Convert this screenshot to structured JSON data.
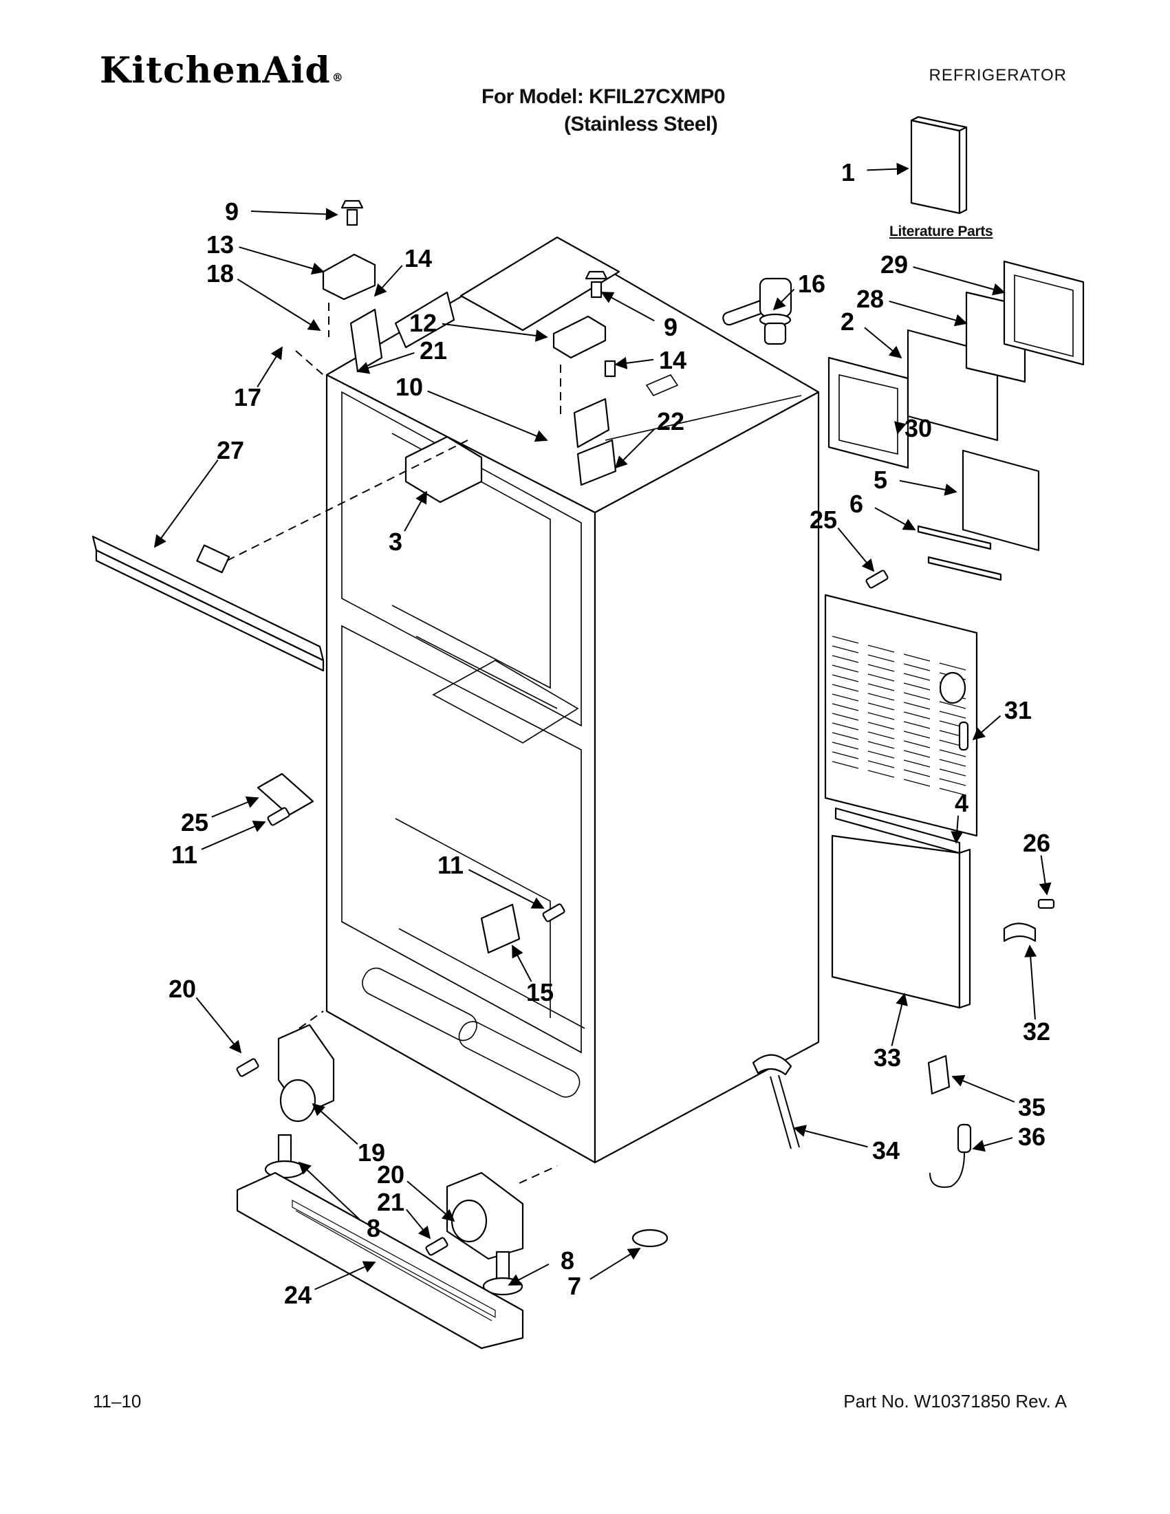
{
  "header": {
    "brand": "KitchenAid",
    "brand_mark": "®",
    "category": "REFRIGERATOR",
    "model_line": "For Model: KFIL27CXMP0",
    "finish_line": "(Stainless Steel)"
  },
  "literature_caption": "Literature Parts",
  "callouts": [
    "1",
    "2",
    "3",
    "4",
    "5",
    "6",
    "7",
    "8",
    "8",
    "9",
    "9",
    "10",
    "11",
    "11",
    "12",
    "13",
    "14",
    "14",
    "15",
    "16",
    "17",
    "18",
    "19",
    "20",
    "20",
    "21",
    "21",
    "22",
    "24",
    "25",
    "25",
    "26",
    "27",
    "28",
    "29",
    "30",
    "31",
    "32",
    "33",
    "34",
    "35",
    "36"
  ],
  "footer": {
    "date_code": "11–10",
    "part_number": "Part No. W10371850 Rev. A"
  }
}
